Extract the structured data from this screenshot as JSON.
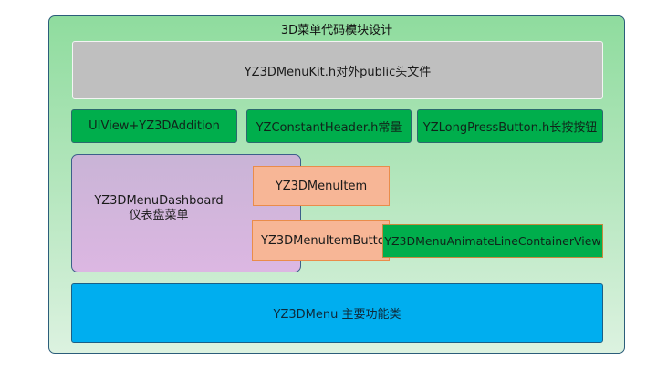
{
  "diagram": {
    "title": "3D菜单代码模块设计",
    "header": {
      "label": "YZ3DMenuKit.h对外public头文件"
    },
    "support_row": [
      {
        "label": "UIView+YZ3DAddition"
      },
      {
        "label": "YZConstantHeader.h常量"
      },
      {
        "label": "YZLongPressButton.h长按按钮"
      }
    ],
    "dashboard": {
      "line1": "YZ3DMenuDashboard",
      "line2": "仪表盘菜单"
    },
    "menu_item": {
      "label": "YZ3DMenuItem"
    },
    "menu_item_button": {
      "label": "YZ3DMenuItemButton"
    },
    "animate_line_container": {
      "label": "YZ3DMenuAnimateLineContainerView"
    },
    "main_class": {
      "label": "YZ3DMenu 主要功能类"
    }
  },
  "colors": {
    "container_top": "#8fdc9e",
    "container_bottom": "#dcf2e0",
    "header_gray": "#bfbfbf",
    "module_green": "#00ae4c",
    "dashboard_purple": "#d4b6df",
    "item_orange": "#f7b696",
    "main_blue": "#00aeef"
  }
}
